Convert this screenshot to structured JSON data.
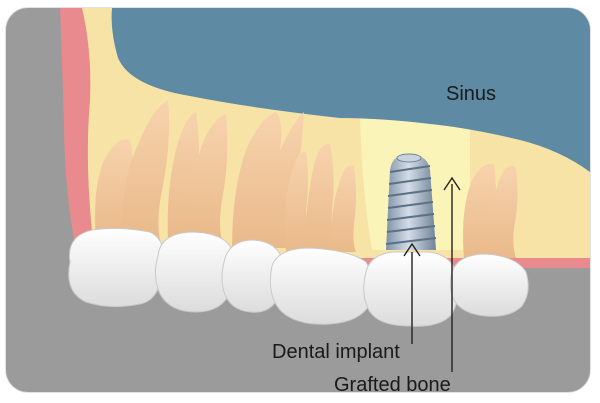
{
  "labels": {
    "sinus": "Sinus",
    "dental_implant": "Dental implant",
    "grafted_bone": "Grafted bone"
  },
  "colors": {
    "background_gray": "#9b9b9b",
    "sinus_blue": "#5f8aa3",
    "bone_yellow": "#f7e3a6",
    "graft_light": "#fbf4b8",
    "gum_pink": "#e98b8e",
    "tooth_white": "#f4f4f4",
    "root_tan": "#f0c79d",
    "implant_blue": "#9fb1c4",
    "line_dark": "#222222"
  }
}
